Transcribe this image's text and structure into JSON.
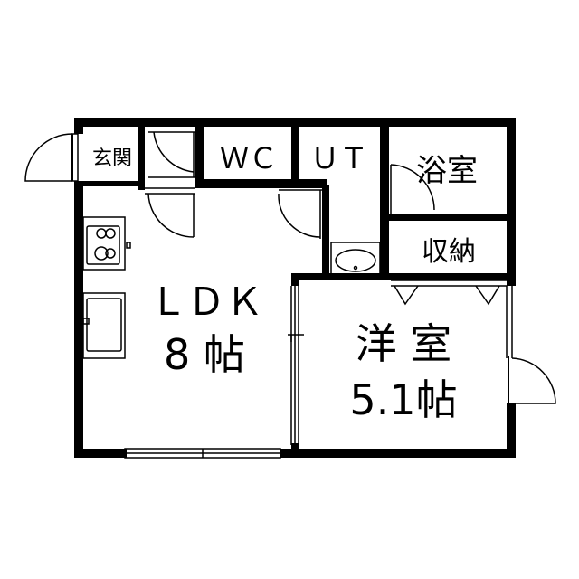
{
  "floorplan": {
    "rooms": {
      "entrance": "玄関",
      "wc": "ＷＣ",
      "ut": "ＵＴ",
      "bath": "浴室",
      "storage": "収納",
      "ldk_name": "ＬＤＫ",
      "ldk_size": "8 帖",
      "western_name": "洋 室",
      "western_size": "5.1帖"
    }
  }
}
